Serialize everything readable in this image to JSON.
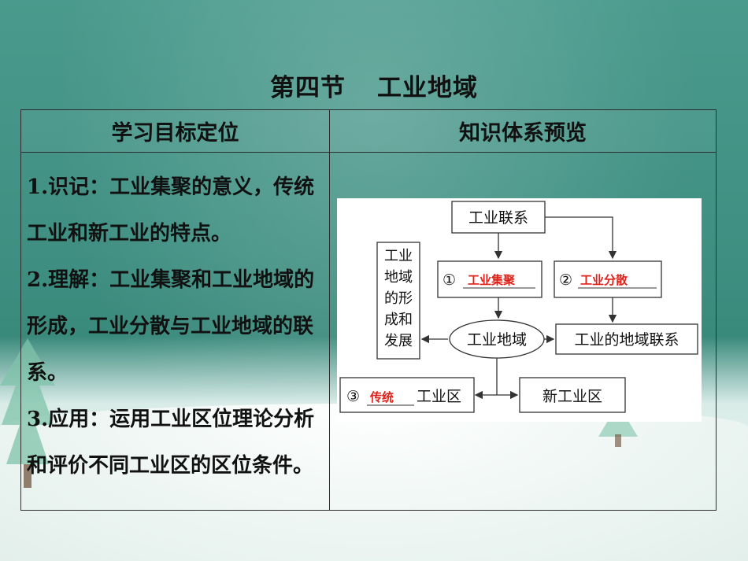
{
  "title": {
    "part1": "第四节",
    "part2": "工业地域"
  },
  "table": {
    "header_left": "学习目标定位",
    "header_right": "知识体系预览",
    "goals": [
      {
        "num": "1.",
        "text": "识记：工业集聚的意义，传统工业和新工业的特点。"
      },
      {
        "num": "2.",
        "text": "理解：工业集聚和工业地域的形成，工业分散与工业地域的联系。"
      },
      {
        "num": "3.",
        "text": "应用：运用工业区位理论分析和评价不同工业区的区位条件。"
      }
    ]
  },
  "diagram": {
    "top_box": "工业联系",
    "side_box": [
      "工业",
      "地域",
      "的形",
      "成和",
      "发展"
    ],
    "box1_num": "①",
    "box1_answer": "工业集聚",
    "box2_num": "②",
    "box2_answer": "工业分散",
    "center_ellipse": "工业地域",
    "right_box": "工业的地域联系",
    "box3_num": "③",
    "box3_answer": "传统",
    "box3_suffix": "工业区",
    "new_box": "新工业区"
  },
  "colors": {
    "answer_red": "#e0211a",
    "line": "#333333",
    "text": "#111111"
  }
}
